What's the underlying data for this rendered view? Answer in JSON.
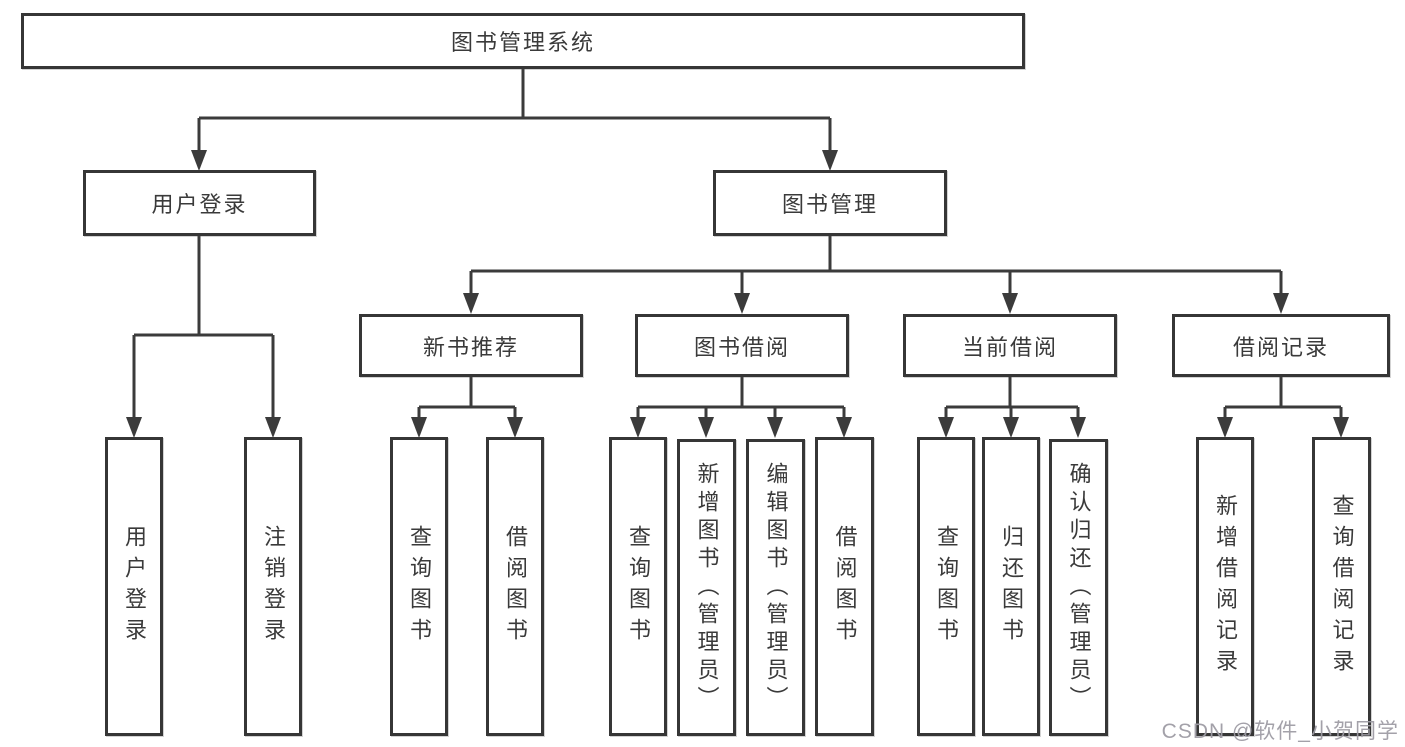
{
  "diagram": {
    "title": "图书管理系统",
    "root": {
      "label": "图书管理系统"
    },
    "level2": [
      {
        "label": "用户登录"
      },
      {
        "label": "图书管理"
      }
    ],
    "level3": [
      {
        "label": "新书推荐"
      },
      {
        "label": "图书借阅"
      },
      {
        "label": "当前借阅"
      },
      {
        "label": "借阅记录"
      }
    ],
    "leaves": {
      "user_login": [
        "用户登录",
        "注销登录"
      ],
      "new_book_rec": [
        "查询图书",
        "借阅图书"
      ],
      "book_borrow": [
        "查询图书",
        "新增图书（管理员）",
        "编辑图书（管理员）",
        "借阅图书"
      ],
      "current_borrow": [
        "查询图书",
        "归还图书",
        "确认归还（管理员）"
      ],
      "borrow_record": [
        "新增借阅记录",
        "查询借阅记录"
      ]
    }
  },
  "watermark": {
    "text": "CSDN @软件_小贺同学"
  },
  "colors": {
    "line": "#3b3b3b",
    "border": "#363636",
    "text": "#3a3a3a",
    "background": "#ffffff",
    "watermark": "#9e9ca4"
  }
}
